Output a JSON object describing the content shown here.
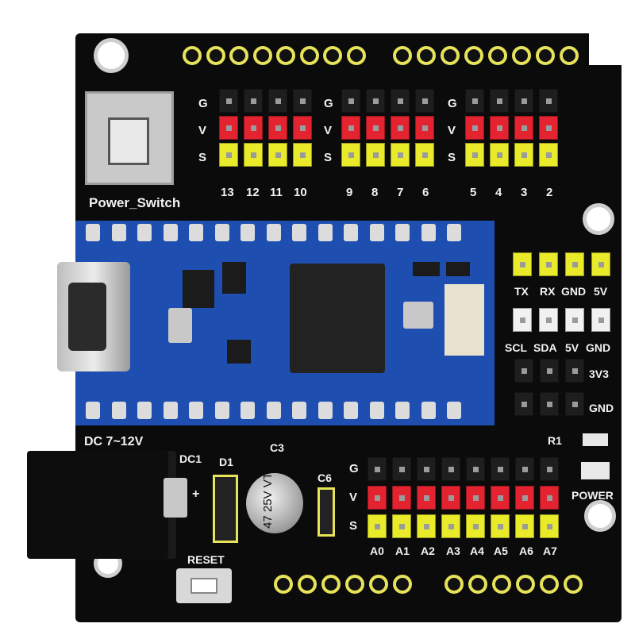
{
  "labels": {
    "power_switch": "Power_Switch",
    "dc": "DC 7~12V",
    "dc1": "DC1",
    "d1": "D1",
    "c3": "C3",
    "c6": "C6",
    "reset": "RESET",
    "r1": "R1",
    "power": "POWER",
    "plus": "+",
    "g": "G",
    "v": "V",
    "s": "S",
    "v3": "3V3",
    "gnd": "GND"
  },
  "digital_pins": [
    "13",
    "12",
    "11",
    "10",
    "9",
    "8",
    "7",
    "6",
    "5",
    "4",
    "3",
    "2"
  ],
  "analog_pins": [
    "A0",
    "A1",
    "A2",
    "A3",
    "A4",
    "A5",
    "A6",
    "A7"
  ],
  "uart_labels": [
    "TX",
    "RX",
    "GND",
    "5V"
  ],
  "i2c_labels": [
    "SCL",
    "SDA",
    "5V",
    "GND"
  ],
  "capacitor": {
    "value1": "47",
    "value2": "25V",
    "value3": "VT"
  },
  "colors": {
    "pcb": "#0b0b0b",
    "nano_blue": "#1e4fb0",
    "silk": "#f2f2f2",
    "pad_gold": "#e6e25a",
    "header_red": "#e3232f",
    "header_yellow": "#e8ea2a"
  }
}
